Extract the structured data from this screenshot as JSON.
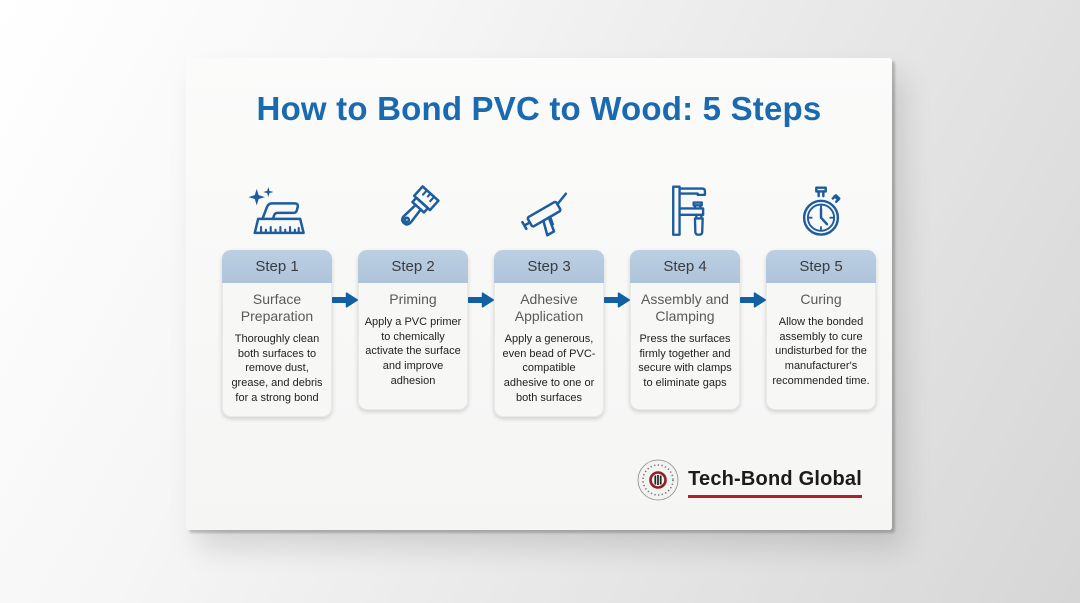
{
  "page": {
    "title": "How to Bond PVC to Wood: 5 Steps"
  },
  "colors": {
    "title_blue": "#1a6ab1",
    "icon_blue": "#1d5c9e",
    "arrow_blue": "#1160a6",
    "step_header_blue": "#b5cade",
    "logo_underline_red": "#ae2127"
  },
  "steps": [
    {
      "label": "Step 1",
      "title": "Surface Preparation",
      "description": "Thoroughly clean both surfaces to remove dust, grease, and debris for a strong bond",
      "icon": "cleaning-brush-icon"
    },
    {
      "label": "Step 2",
      "title": "Priming",
      "description": "Apply a PVC primer to chemically activate the surface and improve adhesion",
      "icon": "paint-brush-icon"
    },
    {
      "label": "Step 3",
      "title": "Adhesive Application",
      "description": "Apply a generous, even bead of PVC-compatible adhesive to one or both surfaces",
      "icon": "caulk-gun-icon"
    },
    {
      "label": "Step 4",
      "title": "Assembly and Clamping",
      "description": "Press the surfaces firmly together and secure with clamps to eliminate gaps",
      "icon": "clamp-icon"
    },
    {
      "label": "Step 5",
      "title": "Curing",
      "description": "Allow the bonded assembly to cure undisturbed for the manufacturer's recommended time.",
      "icon": "stopwatch-icon"
    }
  ],
  "logo": {
    "text": "Tech-Bond Global"
  }
}
